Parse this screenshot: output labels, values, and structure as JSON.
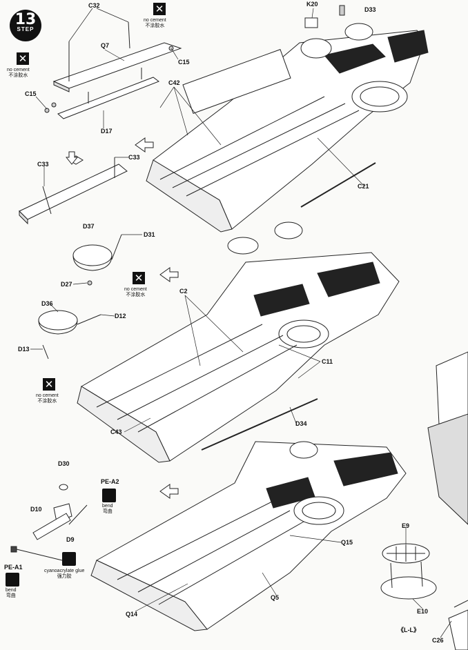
{
  "step": {
    "number": "13",
    "word": "STEP"
  },
  "notes": {
    "no_cement_en": "no cement",
    "no_cement_cn": "不涂胶水",
    "bend_en": "bend",
    "bend_cn": "弯曲",
    "cyano_en": "cyanoacrylate glue",
    "cyano_cn": "强力胶"
  },
  "parts": {
    "C32": "C32",
    "Q7": "Q7",
    "C15a": "C15",
    "C15b": "C15",
    "D17": "D17",
    "K20": "K20",
    "D33": "D33",
    "C42": "C42",
    "C33a": "C33",
    "C33b": "C33",
    "C21": "C21",
    "D37": "D37",
    "D31": "D31",
    "D27": "D27",
    "D36": "D36",
    "D12": "D12",
    "D13": "D13",
    "C2": "C2",
    "C11": "C11",
    "C43": "C43",
    "D34": "D34",
    "D30": "D30",
    "PEA2": "PE-A2",
    "D10": "D10",
    "D9": "D9",
    "PEA1": "PE-A1",
    "Q15": "Q15",
    "Q5": "Q5",
    "Q14": "Q14",
    "E9": "E9",
    "E10": "E10",
    "C26": "C26"
  },
  "page_mark": "《L-L》"
}
